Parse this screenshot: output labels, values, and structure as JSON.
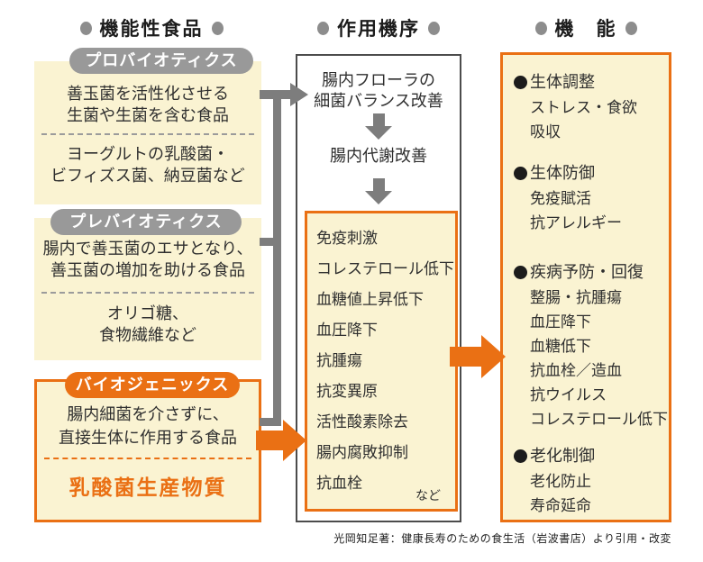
{
  "colors": {
    "orange": "#ea7014",
    "cream": "#faf3d2",
    "pill-gray": "#999999",
    "line-gray": "#7d7d7d",
    "box-border": "#4c4c4c",
    "text": "#2f2f2f"
  },
  "headers": {
    "foods": "機能性食品",
    "mechanism": "作用機序",
    "functions": "機　能"
  },
  "left": {
    "probiotics": {
      "pill": "プロバイオティクス",
      "desc1": "善玉菌を活性化させる",
      "desc2": "生菌や生菌を含む食品",
      "ex1": "ヨーグルトの乳酸菌・",
      "ex2": "ビフィズス菌、納豆菌など"
    },
    "prebiotics": {
      "pill": "プレバイオティクス",
      "desc1": "腸内で善玉菌のエサとなり、",
      "desc2": "善玉菌の増加を助ける食品",
      "ex1": "オリゴ糖、",
      "ex2": "食物繊維など"
    },
    "biogenics": {
      "pill": "バイオジェニックス",
      "desc1": "腸内細菌を介さずに、",
      "desc2": "直接生体に作用する食品",
      "product": "乳酸菌生産物質"
    }
  },
  "middle": {
    "step1a": "腸内フローラの",
    "step1b": "細菌バランス改善",
    "step2": "腸内代謝改善",
    "effects": [
      "免疫刺激",
      "コレステロール低下",
      "血糖値上昇低下",
      "血圧降下",
      "抗腫瘍",
      "抗変異原",
      "活性酸素除去",
      "腸内腐敗抑制",
      "抗血栓"
    ],
    "etc": "など"
  },
  "right": {
    "groups": [
      {
        "title": "生体調整",
        "items": [
          "ストレス・食欲",
          "吸収"
        ]
      },
      {
        "title": "生体防御",
        "items": [
          "免疫賦活",
          "抗アレルギー"
        ]
      },
      {
        "title": "疾病予防・回復",
        "items": [
          "整腸・抗腫瘍",
          "血圧降下",
          "血糖低下",
          "抗血栓／造血",
          "抗ウイルス",
          "コレステロール低下"
        ]
      },
      {
        "title": "老化制御",
        "items": [
          "老化防止",
          "寿命延命"
        ]
      }
    ]
  },
  "footnote": "光岡知足著：健康長寿のための食生活（岩波書店）より引用・改変"
}
